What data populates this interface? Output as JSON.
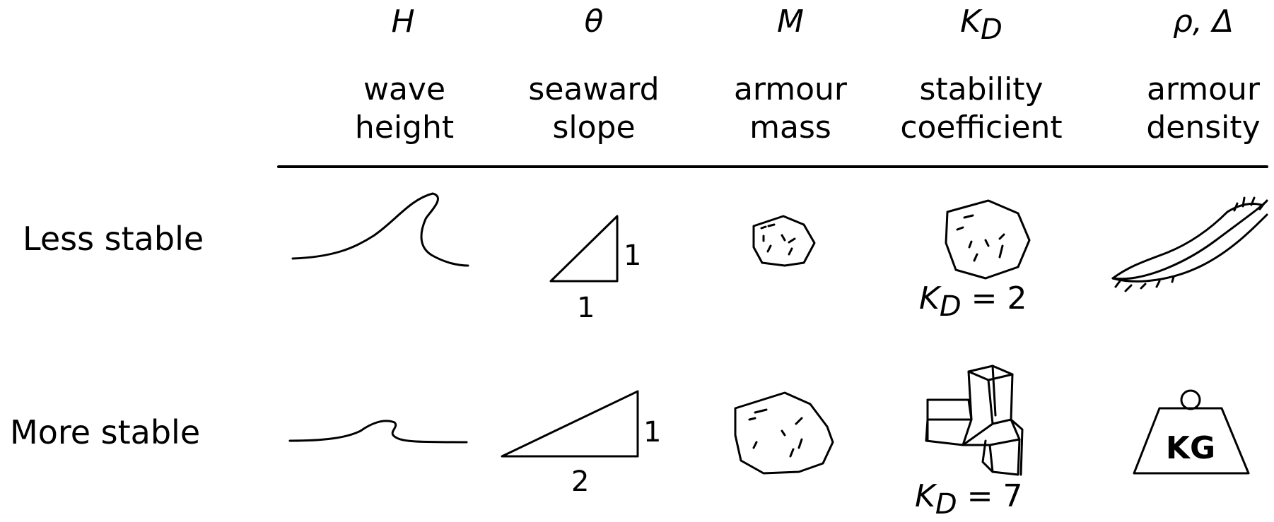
{
  "columns": [
    {
      "symbol": "H",
      "sub": "",
      "label_line1": "wave",
      "label_line2": "height"
    },
    {
      "symbol": "θ",
      "sub": "",
      "label_line1": "seaward",
      "label_line2": "slope"
    },
    {
      "symbol": "M",
      "sub": "",
      "label_line1": "armour",
      "label_line2": "mass"
    },
    {
      "symbol": "K",
      "sub": "D",
      "label_line1": "stability",
      "label_line2": "coefficient"
    },
    {
      "symbol": "ρ, Δ",
      "sub": "",
      "label_line1": "armour",
      "label_line2": "density"
    }
  ],
  "rows": [
    {
      "label": "Less stable",
      "slope_rise": "1",
      "slope_run": "1",
      "kd_symbol": "K",
      "kd_sub": "D",
      "kd_value": "= 2"
    },
    {
      "label": "More stable",
      "slope_rise": "1",
      "slope_run": "2",
      "kd_symbol": "K",
      "kd_sub": "D",
      "kd_value": "= 7",
      "weight_text": "KG"
    }
  ],
  "icons": {
    "row1": [
      "large-wave-icon",
      "steep-slope-icon",
      "small-rock-icon",
      "rough-rock-icon",
      "feather-icon"
    ],
    "row2": [
      "small-wave-icon",
      "gentle-slope-icon",
      "large-rock-icon",
      "interlocking-block-icon",
      "weight-icon"
    ]
  }
}
